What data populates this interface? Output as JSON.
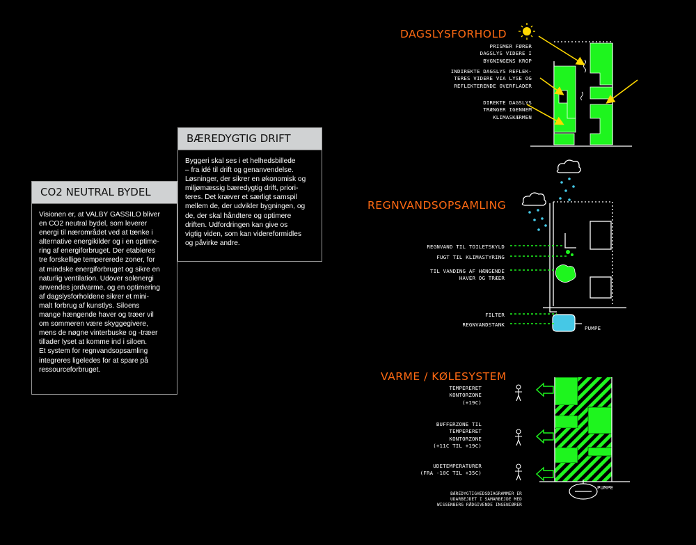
{
  "colors": {
    "background": "#000000",
    "section_title": "#ff6a13",
    "card_header_bg": "#d0d2d3",
    "green": "#1ef51e",
    "sun": "#ffd800",
    "water": "#45c8e6"
  },
  "cards": {
    "co2": {
      "title": "CO2 NEUTRAL BYDEL",
      "body": "Visionen er, at VALBY GASSILO bliver\nen CO2 neutral bydel, som leverer\nenergi til nærområdet ved at tænke i\nalternative energikilder og i en optime-\nring af energiforbruget. Der etableres\ntre forskellige tempererede zoner, for\nat mindske energiforbruget og sikre en\nnaturlig ventilation. Udover solenergi\nanvendes jordvarme, og en optimering\naf dagslysforholdene sikrer et mini-\nmalt forbrug af kunstlys. Siloens\nmange hængende haver og træer vil\nom sommeren være skyggegivere,\nmens de nøgne vinterbuske og -træer\ntillader lyset at komme ind i siloen.\nEt system for regnvandsopsamling\nintegreres ligeledes for at spare på\nressourceforbruget."
    },
    "drift": {
      "title": "BÆREDYGTIG DRIFT",
      "body": "Byggeri skal ses i et helhedsbillede\n– fra idé til drift og genanvendelse.\nLøsninger, der sikrer en økonomisk og\nmiljømæssig bæredygtig drift, priori-\nteres. Det kræver et særligt samspil\nmellem de, der udvikler bygningen, og\nde, der skal håndtere og optimere\ndriften. Udfordringen kan give os\nvigtig viden, som kan videreformidles\nog påvirke andre."
    }
  },
  "sections": {
    "dagslys": {
      "title": "DAGSLYSFORHOLD",
      "labels": [
        "PRISMER FØRER\nDAGSLYS VIDERE I\nBYGNINGENS KROP",
        "INDIREKTE DAGSLYS REFLEK-\nTERES VIDERE VIA LYSE OG\nREFLEKTERENDE OVERFLADER",
        "DIREKTE DAGSLYS\nTRÆNGER IGENNEM\nKLIMASKÆRMEN"
      ],
      "icons": [
        "sun-icon",
        "prism-icon"
      ]
    },
    "regnvand": {
      "title": "REGNVANDSOPSAMLING",
      "labels": [
        "REGNVAND TIL TOILETSKYLD",
        "FUGT TIL KLIMASTYRING",
        "TIL VANDING AF HÆNGENDE\nHAVER OG TRÆER",
        "FILTER",
        "REGNVANDSTANK"
      ],
      "pump_label": "PUMPE",
      "icons": [
        "rain-cloud-icon",
        "water-tank-icon"
      ]
    },
    "varme": {
      "title": "VARME / KØLESYSTEM",
      "labels": [
        "TEMPERERET\nKONTORZONE\n(+19C)",
        "BUFFERZONE TIL\nTEMPERERET\nKONTORZONE\n(+11C TIL +19C)",
        "UDETEMPERATURER\n(FRA -10C TIL +35C)"
      ],
      "pump_label": "PUMPE",
      "credit": "BÆREDYGTIGHEDSDIAGRAMMER ER\nUDARBEJDET I SAMARBEJDE MED\nWISSENBERG RÅDGIVENDE INGENIØRER",
      "icons": [
        "person-icon",
        "heat-pump-icon"
      ]
    }
  }
}
